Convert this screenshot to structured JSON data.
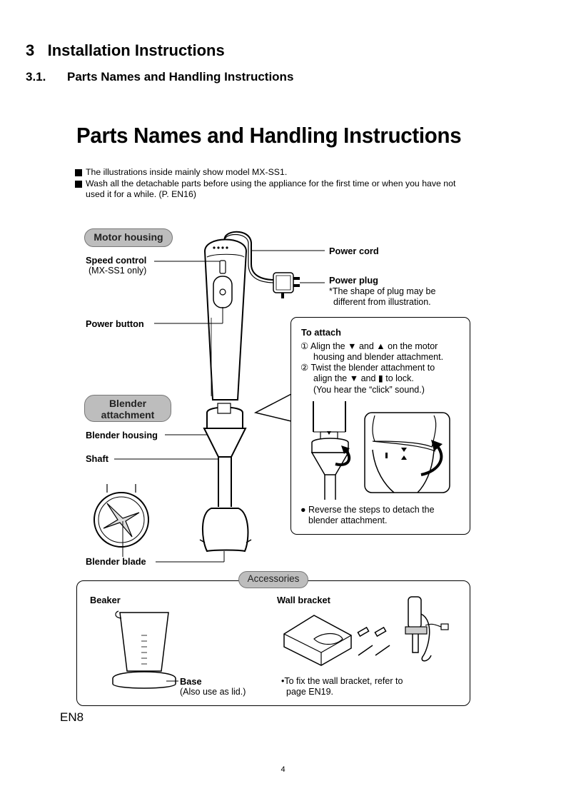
{
  "section": {
    "number": "3",
    "title": "Installation Instructions"
  },
  "subsection": {
    "number": "3.1.",
    "title": "Parts Names and Handling Instructions"
  },
  "main_title": "Parts Names and Handling Instructions",
  "intro_bullets": [
    "The illustrations inside mainly show model MX-SS1.",
    "Wash all the detachable parts before using the appliance for the first time or when you have not used it for a while. (P. EN16)"
  ],
  "labels": {
    "motor_housing": "Motor housing",
    "speed_control": "Speed control",
    "speed_control_note": "(MX-SS1 only)",
    "power_button": "Power button",
    "blender_attachment_line1": "Blender",
    "blender_attachment_line2": "attachment",
    "blender_housing": "Blender housing",
    "shaft": "Shaft",
    "blender_blade": "Blender blade",
    "power_cord": "Power cord",
    "power_plug": "Power plug",
    "power_plug_note_line1": "*The shape of plug may be",
    "power_plug_note_line2": "different from illustration."
  },
  "to_attach": {
    "title": "To attach",
    "step1_line1": "① Align the ▼ and ▲ on the motor",
    "step1_line2": "housing and blender attachment.",
    "step2_line1": "② Twist the blender attachment to",
    "step2_line2": "align the ▼ and ▮ to lock.",
    "step2_line3": "(You hear the “click” sound.)",
    "detach_line1": "● Reverse the steps to detach the",
    "detach_line2": "blender attachment."
  },
  "accessories": {
    "title": "Accessories",
    "beaker": "Beaker",
    "base": "Base",
    "base_note": "(Also use as lid.)",
    "wall_bracket": "Wall bracket",
    "wall_note_line1": "•To fix the wall bracket, refer to",
    "wall_note_line2": "page EN19."
  },
  "page_code": "EN8",
  "page_number": "4"
}
